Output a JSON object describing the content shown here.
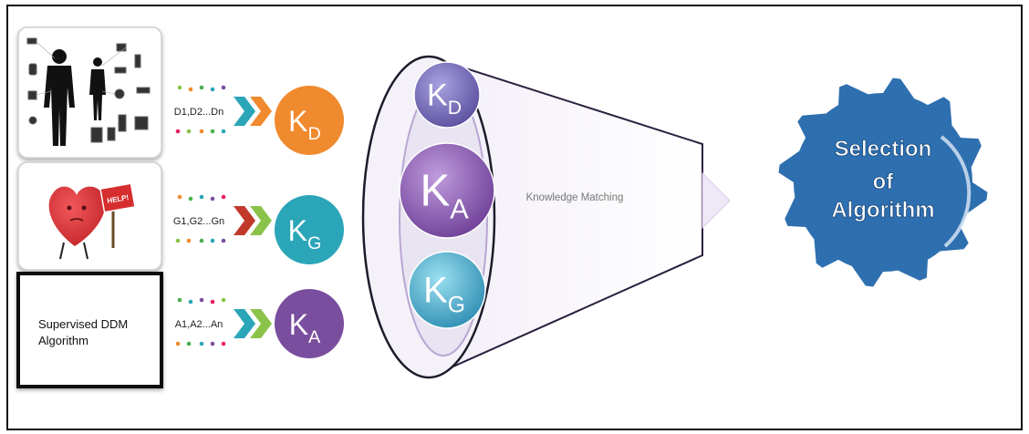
{
  "inputs": [
    {
      "id": "domain",
      "image_desc": "human body with wearable sensor devices",
      "data_label": "D1,D2...Dn",
      "k_main": "K",
      "k_sub": "D",
      "circle_color": "#F08A2E"
    },
    {
      "id": "goal",
      "image_desc": "red heart character holding HELP! sign",
      "sign_text": "HELP!",
      "data_label": "G1,G2...Gn",
      "k_main": "K",
      "k_sub": "G",
      "circle_color": "#2BA5B8"
    },
    {
      "id": "algorithm",
      "box_text_line1": "Supervised DDM",
      "box_text_line2": "Algorithm",
      "data_label": "A1,A2...An",
      "k_main": "K",
      "k_sub": "A",
      "circle_color": "#7A4E9E"
    }
  ],
  "funnel": {
    "label": "Knowledge Matching",
    "balls": [
      {
        "k_main": "K",
        "k_sub": "D",
        "color": "#6F66B5"
      },
      {
        "k_main": "K",
        "k_sub": "A",
        "color": "#8A5CAF"
      },
      {
        "k_main": "K",
        "k_sub": "G",
        "color": "#45A9C8"
      }
    ]
  },
  "output": {
    "line1": "Selection",
    "line2": "of",
    "line3": "Algorithm",
    "color": "#2E6FB0"
  }
}
